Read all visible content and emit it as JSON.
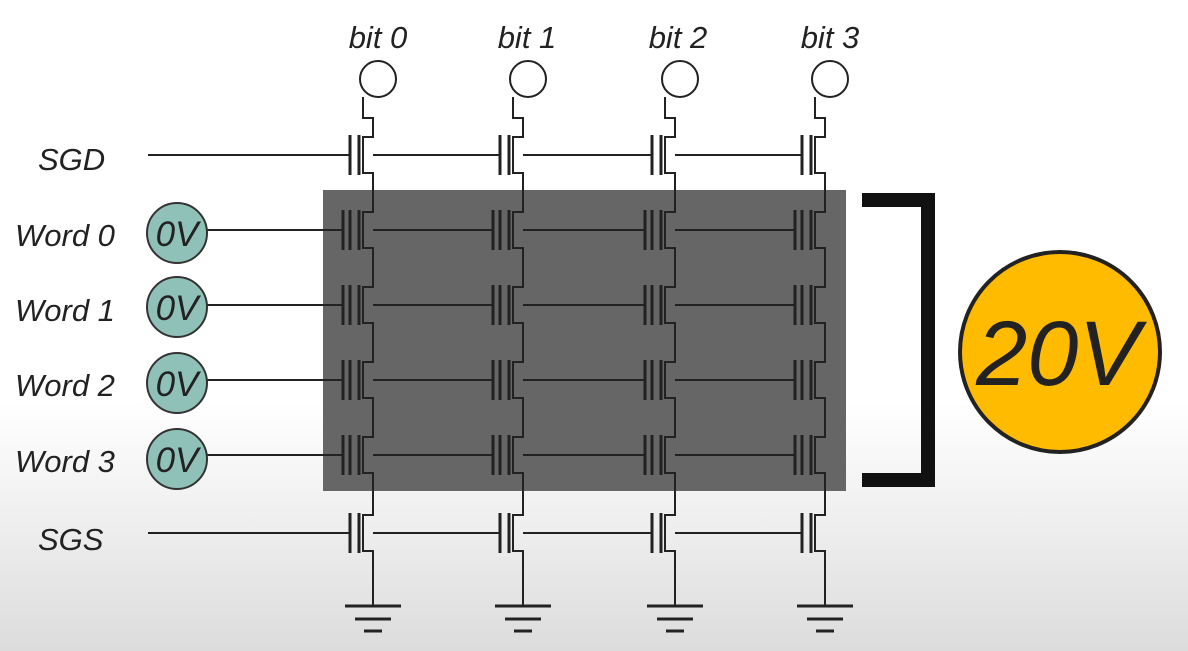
{
  "bit_lines": [
    "bit 0",
    "bit 1",
    "bit 2",
    "bit 3"
  ],
  "select_gate_drain": "SGD",
  "select_gate_source": "SGS",
  "word_lines": [
    {
      "label": "Word 0",
      "voltage": "0V"
    },
    {
      "label": "Word 1",
      "voltage": "0V"
    },
    {
      "label": "Word 2",
      "voltage": "0V"
    },
    {
      "label": "Word 3",
      "voltage": "0V"
    }
  ],
  "applied_voltage": "20V",
  "colors": {
    "word_voltage_fill": "#8fc1b8",
    "applied_voltage_fill": "#ffbb00",
    "highlight_block": "#666666"
  }
}
